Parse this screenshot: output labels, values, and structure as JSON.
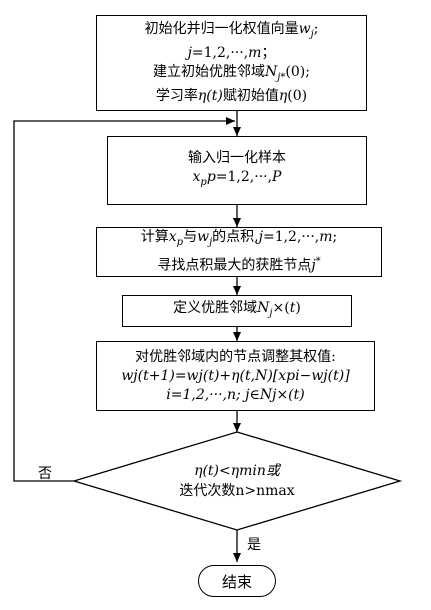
{
  "steps": {
    "init": {
      "line1_text": "初始化并归一化权值向量",
      "line1_var": "w",
      "line1_sub": "j",
      "line1_end": ";",
      "line2_var": "j",
      "line2_rest": "=1,2,···,",
      "line2_m": "m",
      "line2_end": "；",
      "line3_text": "建立初始优胜邻域",
      "line3_var": "N",
      "line3_sub": "j*",
      "line3_end": "(0);",
      "line4_text": "学习率",
      "line4_eta": "η",
      "line4_t": "(t)",
      "line4_mid": "赋初始值",
      "line4_end": "(0)"
    },
    "input": {
      "line1": "输入归一化样本",
      "line2_var": "x",
      "line2_sub": "p",
      "line2_p": "p",
      "line2_rest": "=1,2,···,",
      "line2_P": "P"
    },
    "compute": {
      "line1_text": "计算",
      "line1_x": "x",
      "line1_xsub": "p",
      "line1_mid": "与",
      "line1_w": "w",
      "line1_wsub": "j",
      "line1_tail": "的点积,",
      "line1_j": "j",
      "line1_rest": "=1,2,···,",
      "line1_m": "m",
      "line1_end": ";",
      "line2_text": "寻找点积最大的获胜节点",
      "line2_j": "j",
      "line2_sup": "*"
    },
    "define": {
      "text": "定义优胜邻域",
      "var": "N",
      "sub": "j",
      "rest": "×(",
      "t": "t",
      "end": ")"
    },
    "update": {
      "line1": "对优胜邻域内的节点调整其权值:",
      "line2": "wj(t+1)=wj(t)+η(t,N)[xpi−wj(t)]",
      "line3": "i=1,2,···,n; j∈Nj×(t)"
    },
    "decision": {
      "line1": "η(t)<ηmin或",
      "line2": "迭代次数n>nmax"
    },
    "end": {
      "label": "结束"
    }
  },
  "labels": {
    "no": "否",
    "yes": "是"
  }
}
